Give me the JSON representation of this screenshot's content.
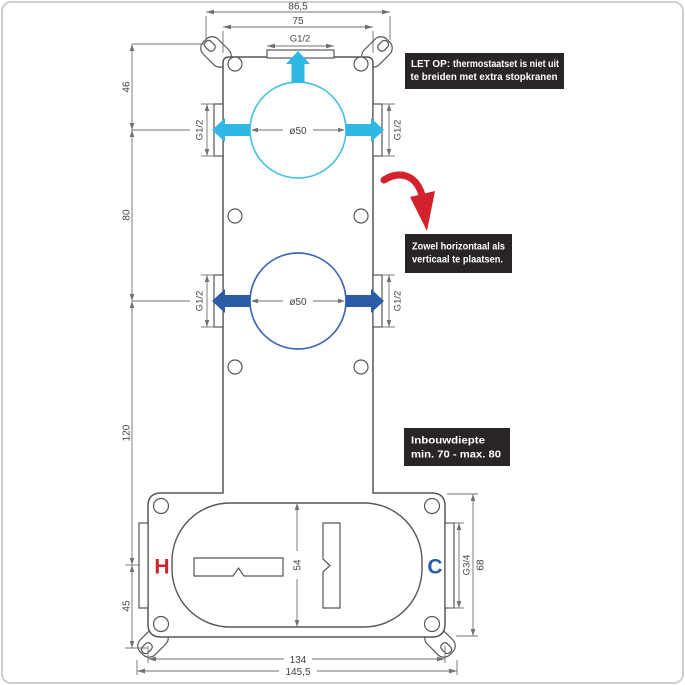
{
  "drawing": {
    "top": {
      "overall_width": "86,5",
      "body_width": "75",
      "port": "G1/2"
    },
    "left_chain": {
      "d46": "46",
      "d80": "80",
      "d120": "120",
      "d45": "45"
    },
    "circles": {
      "top": "ø50",
      "bottom": "ø50"
    },
    "ports": {
      "row1_left": "G1/2",
      "row1_right": "G1/2",
      "row2_left": "G1/2",
      "row2_right": "G1/2"
    },
    "box": {
      "height54": "54",
      "hot": "H",
      "cold": "C",
      "port": "G3/4",
      "height68": "68",
      "w134": "134",
      "w1455": "145,5"
    }
  },
  "notes": {
    "warning": {
      "prefix": "LET OP:",
      "rest": "thermostaatset is niet uit",
      "line2": "te breiden met extra stopkranen"
    },
    "placement": {
      "line1": "Zowel horizontaal als",
      "line2": "verticaal te plaatsen."
    },
    "depth": {
      "title": "Inbouwdiepte",
      "value": "min. 70 - max. 80"
    }
  },
  "colors": {
    "cyan": "#2fb7e6",
    "cyan_circle": "#4cc3de",
    "blue": "#2b5ca8",
    "blue_circle": "#4069b1",
    "red": "#d3222b",
    "note_red": "#d03b30",
    "note_bg": "#292527"
  }
}
